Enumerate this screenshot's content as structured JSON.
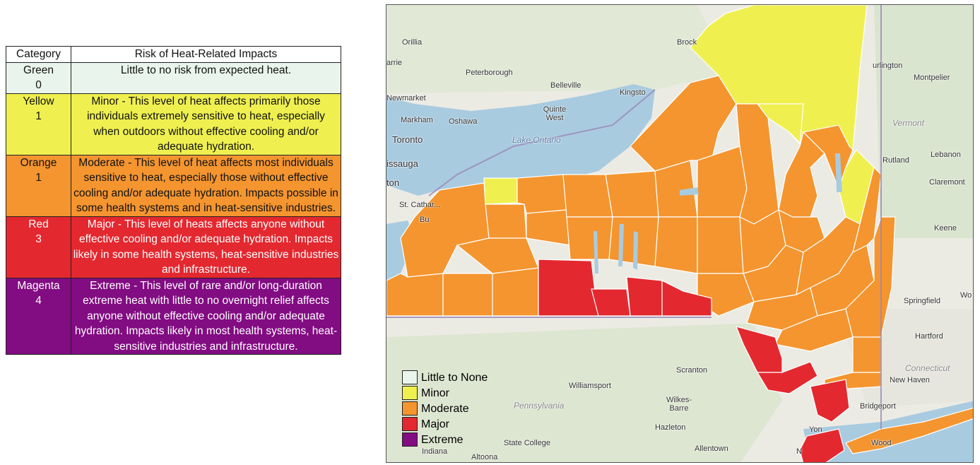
{
  "table": {
    "headers": {
      "category": "Category",
      "risk": "Risk of Heat-Related Impacts"
    },
    "rows": [
      {
        "name": "Green",
        "level": "0",
        "description": "Little to no risk from expected heat.",
        "color": "#e9f5ec"
      },
      {
        "name": "Yellow",
        "level": "1",
        "description": "Minor - This level of heat affects primarily those individuals extremely sensitive to heat, especially when outdoors without effective cooling and/or adequate hydration.",
        "color": "#eff04f"
      },
      {
        "name": "Orange",
        "level": "1",
        "description": "Moderate - This level of heat affects most individuals sensitive to heat, especially those without effective cooling and/or adequate hydration. Impacts possible in some health systems and in heat-sensitive industries.",
        "color": "#f4952f"
      },
      {
        "name": "Red",
        "level": "3",
        "description": "Major - This level of heats affects anyone without effective cooling and/or adequate hydration. Impacts likely in some health systems, heat-sensitive industries and infrastructure.",
        "color": "#e3282f"
      },
      {
        "name": "Magenta",
        "level": "4",
        "description": "Extreme - This level of rare and/or long-duration extreme heat with little to no overnight relief affects anyone without effective cooling and/or adequate hydration. Impacts likely in most health systems, heat-sensitive industries and infrastructure.",
        "color": "#820c82"
      }
    ]
  },
  "map": {
    "legend": [
      {
        "label": "Little to None",
        "color": "#e9f5ec"
      },
      {
        "label": "Minor",
        "color": "#eff04f"
      },
      {
        "label": "Moderate",
        "color": "#f4952f"
      },
      {
        "label": "Major",
        "color": "#e3282f"
      },
      {
        "label": "Extreme",
        "color": "#820c82"
      }
    ],
    "places": {
      "orillia": "Orillia",
      "barrie": "arrie",
      "peterborough": "Peterborough",
      "belleville": "Belleville",
      "kingston": "Kingsto",
      "brockville": "Brock",
      "newmarket": "Newmarket",
      "markham": "Markham",
      "oshawa": "Oshawa",
      "quinte": "Quinte West",
      "toronto": "Toronto",
      "mississauga": "issauga",
      "ton": "ton",
      "stcatharines": "St. Cathar...",
      "buffalo": "Bu",
      "lake_ontario": "Lake Ontario",
      "burlington": "urlington",
      "montpelier": "Montpelier",
      "vermont": "Vermont",
      "rutland": "Rutland",
      "lebanon": "Lebanon",
      "claremont": "Claremont",
      "keene": "Keene",
      "springfield": "Springfield",
      "wo": "Wo",
      "hartford": "Hartford",
      "connecticut": "Connecticut",
      "newhaven": "New Haven",
      "bridgeport": "Bridgeport",
      "scranton": "Scranton",
      "williamsport": "Williamsport",
      "pennsylvania": "Pennsylvania",
      "wilkesbarre": "Wilkes-Barre",
      "hazleton": "Hazleton",
      "statecollege": "State College",
      "allentown": "Allentown",
      "altoona": "Altoona",
      "indiana": "Indiana",
      "yonkers": "Yon",
      "newark": "N",
      "wood": "Wood"
    }
  }
}
